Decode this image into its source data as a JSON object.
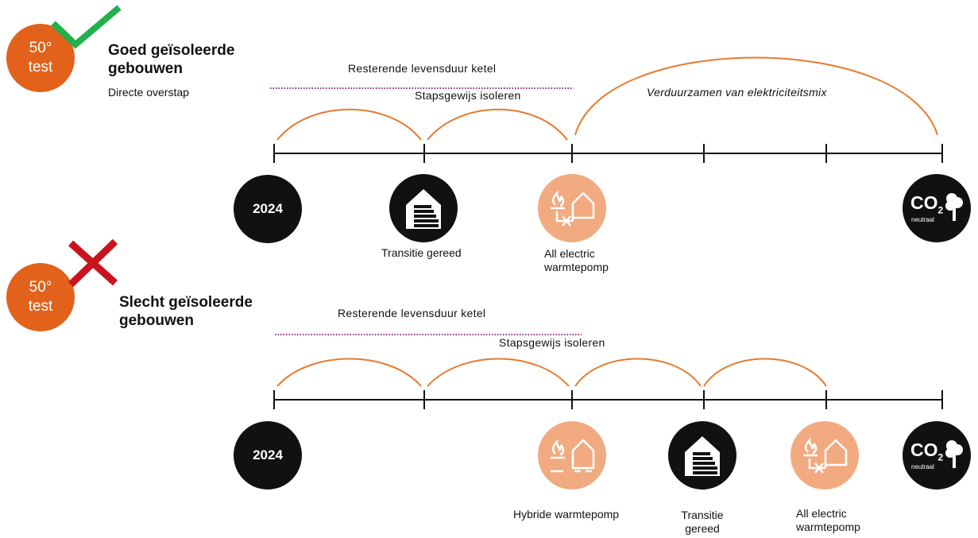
{
  "colors": {
    "orange": "#e2621b",
    "arc": "#e67a2e",
    "peach": "#f2aa80",
    "black": "#131010",
    "green_check": "#21b04b",
    "red_cross": "#c8141e",
    "dotted": "#8e2d6b"
  },
  "top": {
    "badge_line1": "50°",
    "badge_line2": "test",
    "badge_mark": "check-icon",
    "title": "Goed geïsoleerde gebouwen",
    "subtitle": "Directe overstap",
    "dotted_label": "Resterende levensduur ketel",
    "insulation_label": "Stapsgewijs isoleren",
    "mix_label": "Verduurzamen van elektriciteitsmix",
    "node_year": "2024",
    "caption_transition": "Transitie gereed",
    "caption_all_electric_1": "All electric",
    "caption_all_electric_2": "warmtepomp"
  },
  "bottom": {
    "badge_line1": "50°",
    "badge_line2": "test",
    "badge_mark": "cross-icon",
    "title": "Slecht geïsoleerde gebouwen",
    "dotted_label": "Resterende levensduur ketel",
    "insulation_label": "Stapsgewijs isoleren",
    "node_year": "2024",
    "caption_hybrid": "Hybride warmtepomp",
    "caption_transition_1": "Transitie",
    "caption_transition_2": "gereed",
    "caption_all_electric_1": "All electric",
    "caption_all_electric_2": "warmtepomp"
  },
  "icons": {
    "building_insulation": "house-insulation-icon",
    "hybrid_heatpump": "flame-house-icon",
    "all_electric": "flame-crossed-house-icon",
    "co2_neutral": "co2-neutral-tree-icon"
  },
  "co2": {
    "main": "CO",
    "subscript": "2",
    "caption": "neutraal"
  }
}
